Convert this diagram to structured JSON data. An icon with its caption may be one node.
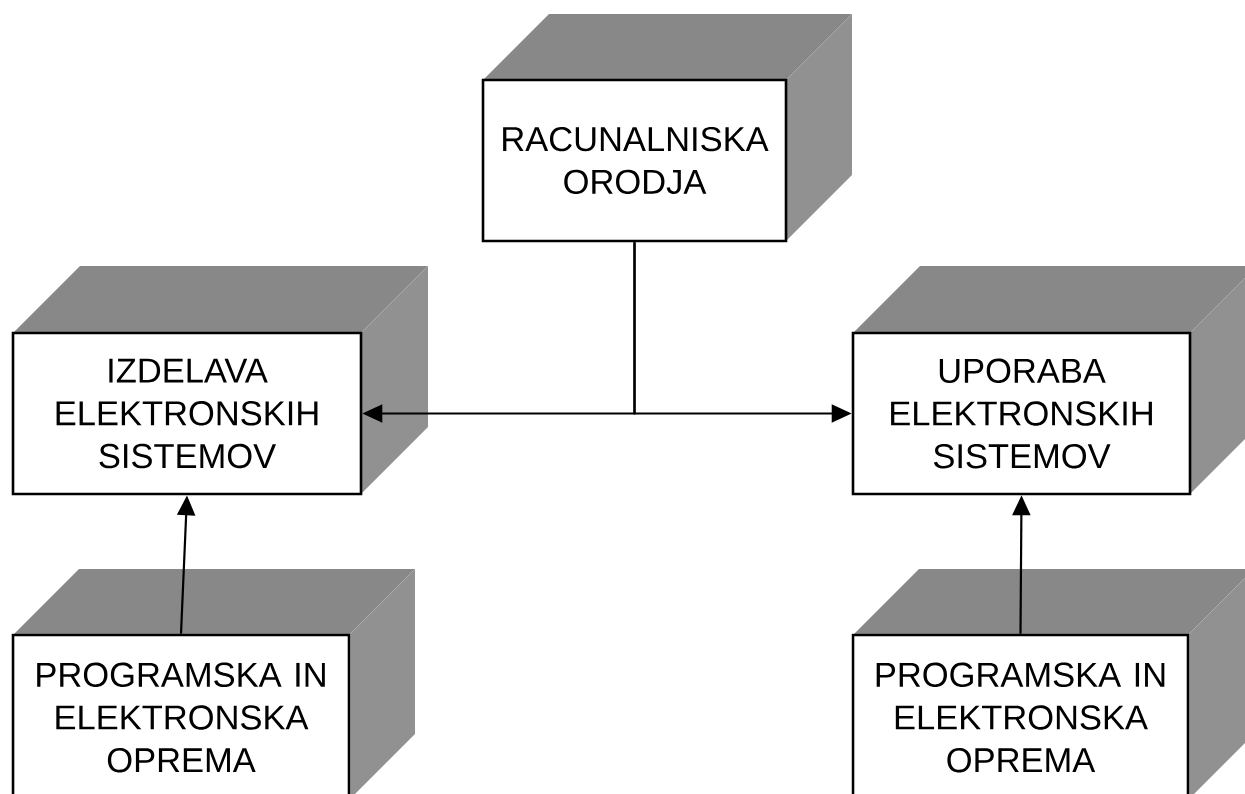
{
  "diagram": {
    "nodes": [
      {
        "text": [
          "RACUNALNISKA ORODJA"
        ]
      },
      {
        "text": [
          "IZDELAVA ELEKTRONSKIH SISTEMOV"
        ]
      },
      {
        "text": [
          "UPORABA ELEKTRONSKIH SISTEMOV"
        ]
      },
      {
        "text": [
          "PROGRAMSKA IN ELEKTRONSKA OPREMA"
        ]
      },
      {
        "text": [
          "PROGRAMSKA IN ELEKTRONSKA OPREMA"
        ]
      }
    ],
    "edges": [
      {
        "from": 0,
        "to": 1,
        "arrow": "to"
      },
      {
        "from": 0,
        "to": 2,
        "arrow": "to"
      },
      {
        "from": 3,
        "to": 1,
        "arrow": "to"
      },
      {
        "from": 4,
        "to": 2,
        "arrow": "to"
      }
    ]
  }
}
